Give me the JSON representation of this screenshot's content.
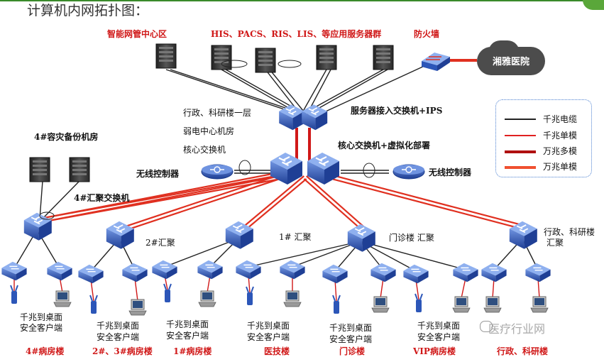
{
  "title": "计算机内网拓扑图：",
  "labels": {
    "nms_zone": "智能网管中心区",
    "app_servers": "HIS、PACS、RIS、LIS、等应用服务器群",
    "firewall": "防火墙",
    "hospital": "湘雅医院",
    "server_access": "服务器接入交换机+IPS",
    "building_line1": "行政、科研楼一层",
    "building_line2": "弱电中心机房",
    "building_line3": "核心交换机",
    "core_switch": "核心交换机+虚拟化部署",
    "wireless_left": "无线控制器",
    "wireless_right": "无线控制器",
    "disaster_room": "4#容灾备份机房",
    "agg4": "4#汇聚交换机",
    "agg2": "2#汇聚",
    "agg1": "1# 汇聚",
    "agg_outpatient": "门诊楼  汇聚",
    "agg_admin_line1": "行政、科研楼",
    "agg_admin_line2": "汇聚"
  },
  "legend": [
    {
      "label": "千兆电缆",
      "color": "#222222",
      "width": 2
    },
    {
      "label": "千兆单模",
      "color": "#e02020",
      "width": 2
    },
    {
      "label": "万兆多模",
      "color": "#b01010",
      "width": 4
    },
    {
      "label": "万兆单模",
      "color": "#f05030",
      "width": 4
    }
  ],
  "clients": [
    {
      "line1": "千兆到桌面",
      "line2": "安全客户端",
      "building": "4#病房楼"
    },
    {
      "line1": "千兆到桌面",
      "line2": "安全客户端",
      "building": "2#、3#病房楼"
    },
    {
      "line1": "千兆到桌面",
      "line2": "安全客户端",
      "building": "1#病房楼"
    },
    {
      "line1": "千兆到桌面",
      "line2": "安全客户端",
      "building": "医技楼"
    },
    {
      "line1": "千兆到桌面",
      "line2": "安全客户端",
      "building": "门诊楼"
    },
    {
      "line1": "千兆到桌面",
      "line2": "安全客户端",
      "building": "VIP病房楼"
    },
    {
      "line1": "",
      "line2": "",
      "building": "行政、科研楼"
    }
  ],
  "watermark": "医疗行业网",
  "colors": {
    "red": "#d01818",
    "switch_blue": "#2c56b8",
    "server_gray": "#3a3a3a"
  }
}
